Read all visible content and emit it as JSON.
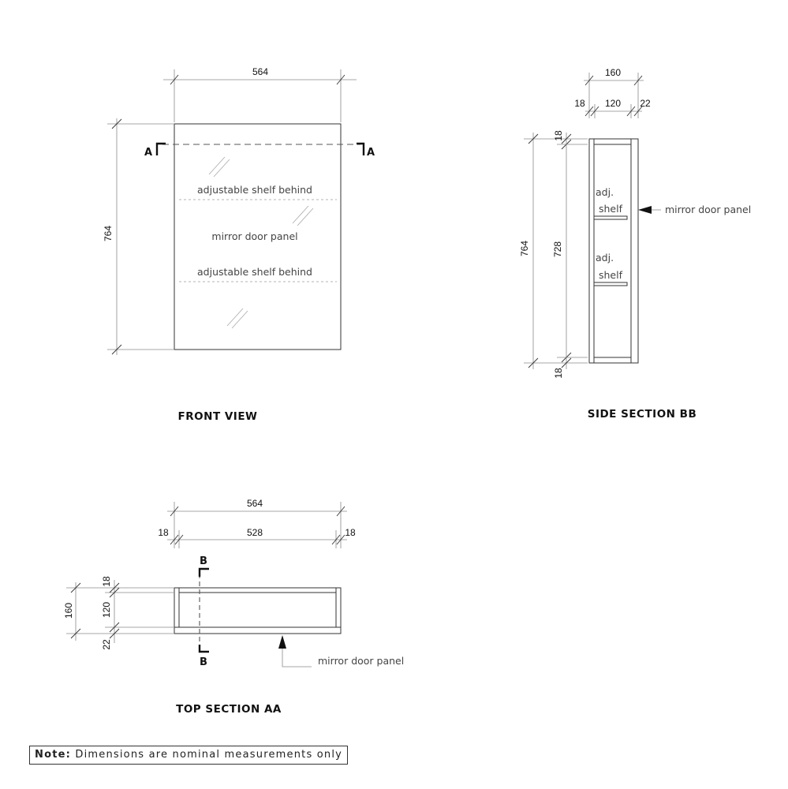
{
  "front_view": {
    "title": "FRONT VIEW",
    "width_dim": "564",
    "height_dim": "764",
    "section_mark_left": "A",
    "section_mark_right": "A",
    "labels": {
      "shelf_top": "adjustable shelf behind",
      "door": "mirror door panel",
      "shelf_bottom": "adjustable shelf behind"
    }
  },
  "side_section": {
    "title": "SIDE SECTION BB",
    "depth_dim": "160",
    "dim_left": "18",
    "dim_mid": "120",
    "dim_right": "22",
    "height_dim": "764",
    "inner_height_dim": "728",
    "top_board_dim": "18",
    "bottom_board_dim": "18",
    "shelf1_line1": "adj.",
    "shelf1_line2": "shelf",
    "shelf2_line1": "adj.",
    "shelf2_line2": "shelf",
    "door_label": "mirror door panel"
  },
  "top_section": {
    "title": "TOP SECTION AA",
    "width_dim": "564",
    "left_board_dim": "18",
    "inner_width_dim": "528",
    "right_board_dim": "18",
    "depth_dim": "160",
    "back_dim": "18",
    "mid_dim": "120",
    "front_dim": "22",
    "section_mark_top": "B",
    "section_mark_bottom": "B",
    "door_label": "mirror door panel"
  },
  "note": {
    "label": "Note:",
    "text": " Dimensions are nominal measurements only"
  }
}
